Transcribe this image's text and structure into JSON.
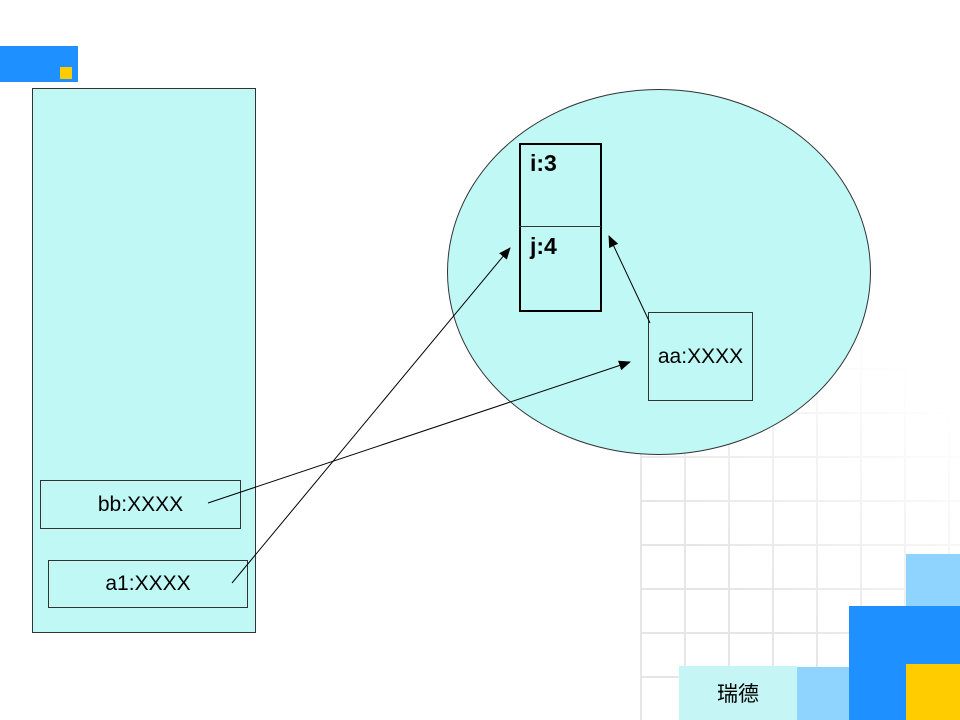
{
  "colors": {
    "fill": "#bff8f4",
    "accent_blue": "#1e90ff",
    "light_blue": "#8fd3ff",
    "accent_yellow": "#ffcc00",
    "stroke": "#333333"
  },
  "stack": {
    "cells": [
      {
        "label": "bb:XXXX"
      },
      {
        "label": "a1:XXXX"
      }
    ]
  },
  "heap": {
    "object_fields": [
      {
        "label": "i:3"
      },
      {
        "label": "j:4"
      }
    ],
    "reference": {
      "label": "aa:XXXX"
    }
  },
  "arrows": [
    {
      "from": "bb:XXXX",
      "to": "aa:XXXX"
    },
    {
      "from": "a1:XXXX",
      "to": "j:4"
    },
    {
      "from": "aa:XXXX",
      "to": "j:4"
    }
  ],
  "footer": {
    "label": "瑞德"
  }
}
